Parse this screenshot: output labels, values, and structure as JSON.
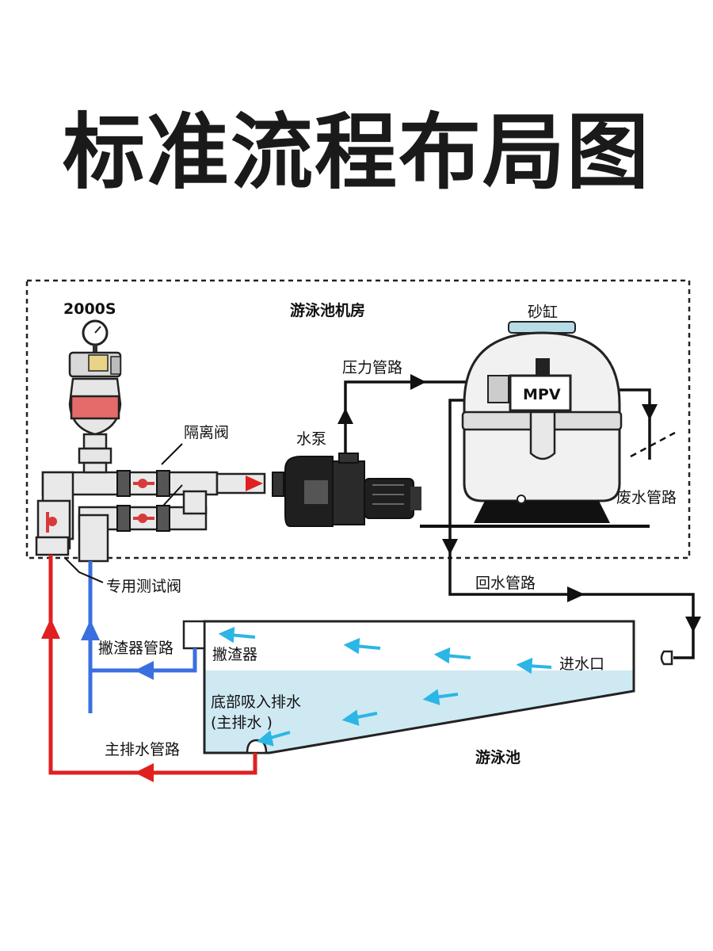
{
  "title": "标准流程布局图",
  "labels": {
    "model": "2000S",
    "machine_room": "游泳池机房",
    "sand_tank": "砂缸",
    "pressure_pipe": "压力管路",
    "mpv": "MPV",
    "pump": "水泵",
    "isolation_valve": "隔离阀",
    "waste_pipe": "废水管路",
    "test_valve": "专用测试阀",
    "return_pipe": "回水管路",
    "skimmer_pipe": "撇渣器管路",
    "skimmer": "撇渣器",
    "inlet": "进水口",
    "bottom_drain_line1": "底部吸入排水",
    "bottom_drain_line2": "(主排水 )",
    "main_drain_pipe": "主排水管路",
    "pool": "游泳池"
  },
  "colors": {
    "main_drain_line": "#e02020",
    "skimmer_line": "#3a6fe0",
    "water": "#cfe9f3",
    "flow_arrow": "#2bb6e6",
    "pipe_black": "#111111",
    "valve_red": "#d83a3a"
  },
  "icons": [
    "pressure-gauge-icon",
    "flow-arrow-icon",
    "drain-icon",
    "inlet-nozzle-icon"
  ]
}
